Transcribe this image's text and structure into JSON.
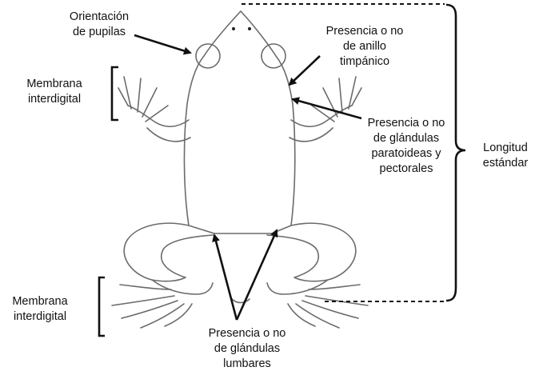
{
  "diagram": {
    "labels": {
      "pupil_orientation": [
        "Orientación",
        "de pupilas"
      ],
      "tympanic_ring": [
        "Presencia o no",
        "de anillo",
        "timpánico"
      ],
      "interdigital_upper": [
        "Membrana",
        "interdigital"
      ],
      "parotoid_glands": [
        "Presencia o no",
        "de glándulas",
        "paratoideas y",
        "pectorales"
      ],
      "standard_length": [
        "Longitud",
        "estándar"
      ],
      "interdigital_lower": [
        "Membrana",
        "interdigital"
      ],
      "lumbar_glands": [
        "Presencia o no",
        "de glándulas",
        "lumbares"
      ]
    },
    "colors": {
      "ink": "#111111",
      "outline": "#6b6b6b",
      "background": "#ffffff"
    }
  }
}
